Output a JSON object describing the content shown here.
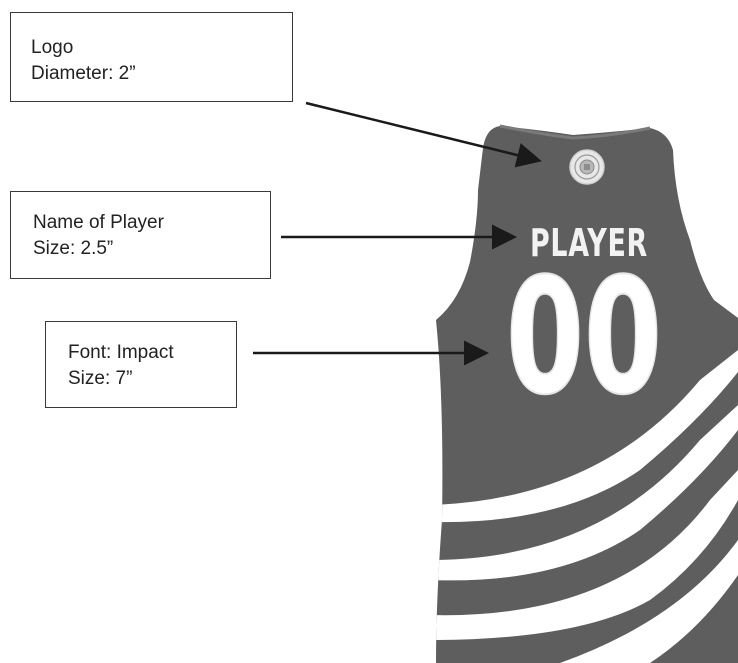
{
  "callouts": {
    "logo": {
      "line1": "Logo",
      "line2": "Diameter: 2”"
    },
    "player_name": {
      "line1": "Name of Player",
      "line2": "Size: 2.5”"
    },
    "number_font": {
      "line1": "Font: Impact",
      "line2": "Size: 7”"
    }
  },
  "jersey": {
    "player_name": "PLAYER",
    "number": "00",
    "body_color": "#5e5e5e",
    "stripe_color": "#ffffff",
    "logo": "round-seal-logo"
  }
}
